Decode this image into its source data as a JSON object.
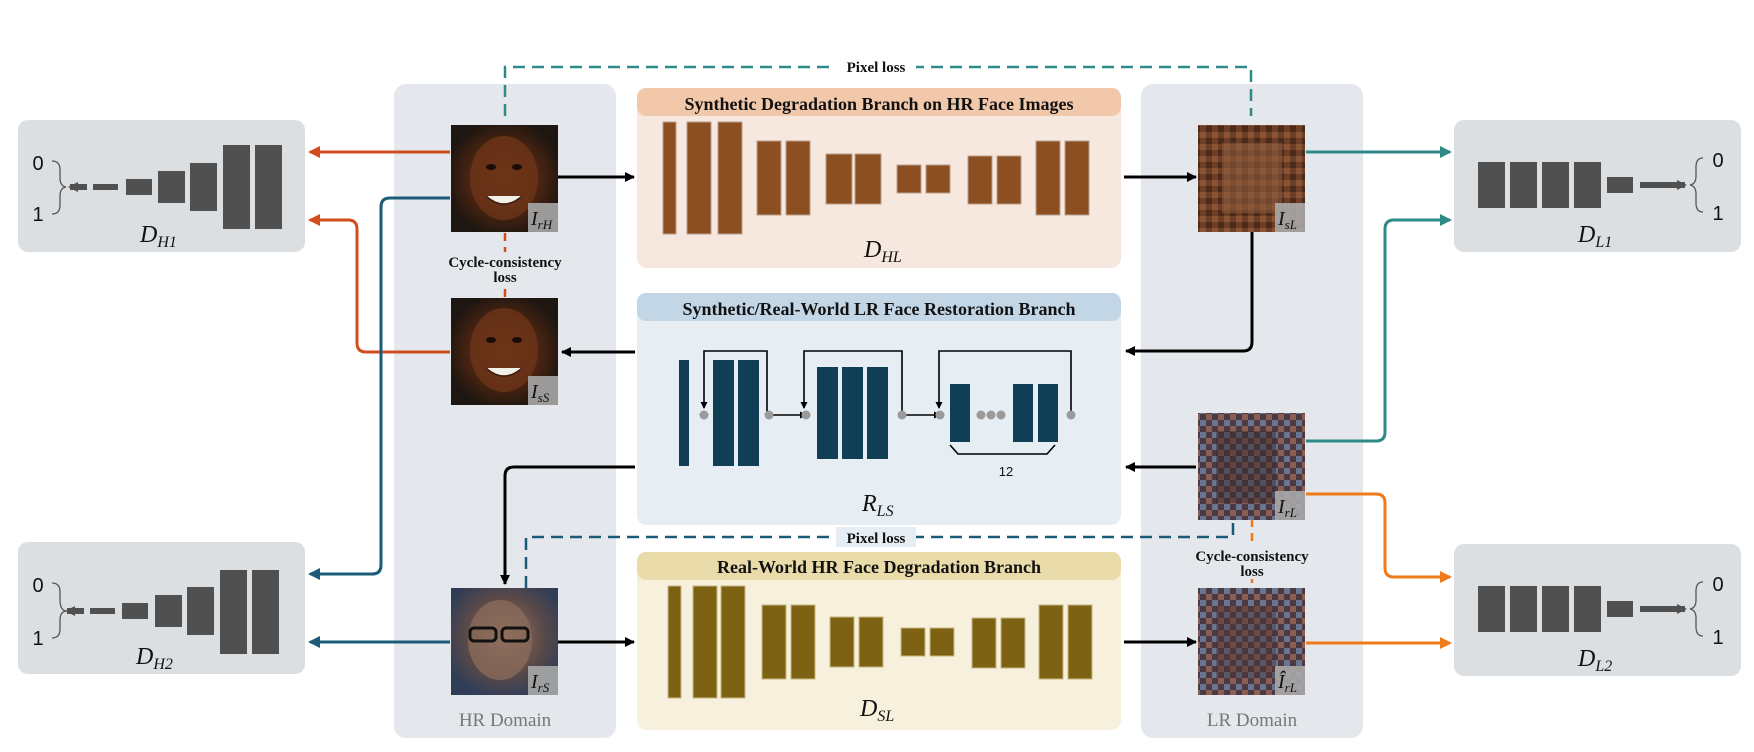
{
  "branches": {
    "synthetic_degradation": {
      "title": "Synthetic Degradation Branch on HR Face Images",
      "network_label_main": "D",
      "network_label_sub": "HL",
      "bar_color": "#8c4f22",
      "header_color": "#f2c8ab",
      "panel_color": "#f6e8de"
    },
    "restoration": {
      "title": "Synthetic/Real-World LR Face Restoration Branch",
      "network_label_main": "R",
      "network_label_sub": "LS",
      "repeat_count": "12",
      "bar_color": "#0f3e55",
      "header_color": "#c3d6e6",
      "panel_color": "#e6edf3"
    },
    "real_degradation": {
      "title": "Real-World HR Face Degradation Branch",
      "network_label_main": "D",
      "network_label_sub": "SL",
      "bar_color": "#7d6214",
      "header_color": "#eadcaa",
      "panel_color": "#f7f0dc"
    }
  },
  "domains": {
    "hr": "HR Domain",
    "lr": "LR Domain"
  },
  "images": {
    "i_rh": {
      "main": "I",
      "sub": "rH"
    },
    "i_ss": {
      "main": "I",
      "sub": "sS"
    },
    "i_rs": {
      "main": "I",
      "sub": "rS"
    },
    "i_sl": {
      "main": "I",
      "sub": "sL"
    },
    "i_rl": {
      "main": "I",
      "sub": "rL"
    },
    "i_hat_rl": {
      "main": "Î",
      "sub": "rL"
    }
  },
  "discriminators": {
    "dh1": {
      "main": "D",
      "sub": "H1",
      "out_top": "0",
      "out_bottom": "1"
    },
    "dh2": {
      "main": "D",
      "sub": "H2",
      "out_top": "0",
      "out_bottom": "1"
    },
    "dl1": {
      "main": "D",
      "sub": "L1",
      "out_top": "0",
      "out_bottom": "1"
    },
    "dl2": {
      "main": "D",
      "sub": "L2",
      "out_top": "0",
      "out_bottom": "1"
    }
  },
  "losses": {
    "pixel_loss_top": "Pixel loss",
    "pixel_loss_bottom": "Pixel loss",
    "cycle_hr_line1": "Cycle-consistency",
    "cycle_hr_line2": "loss",
    "cycle_lr_line1": "Cycle-consistency",
    "cycle_lr_line2": "loss"
  },
  "colors": {
    "orange_red": "#d24d1e",
    "teal_dark": "#1a5c77",
    "teal_green": "#2e8a86",
    "orange": "#ef7a1a",
    "disc_bar": "#505050",
    "disc_bg": "#dcdfe1",
    "domain_bg": "#e4e8ec",
    "arrow_black": "#000000"
  }
}
